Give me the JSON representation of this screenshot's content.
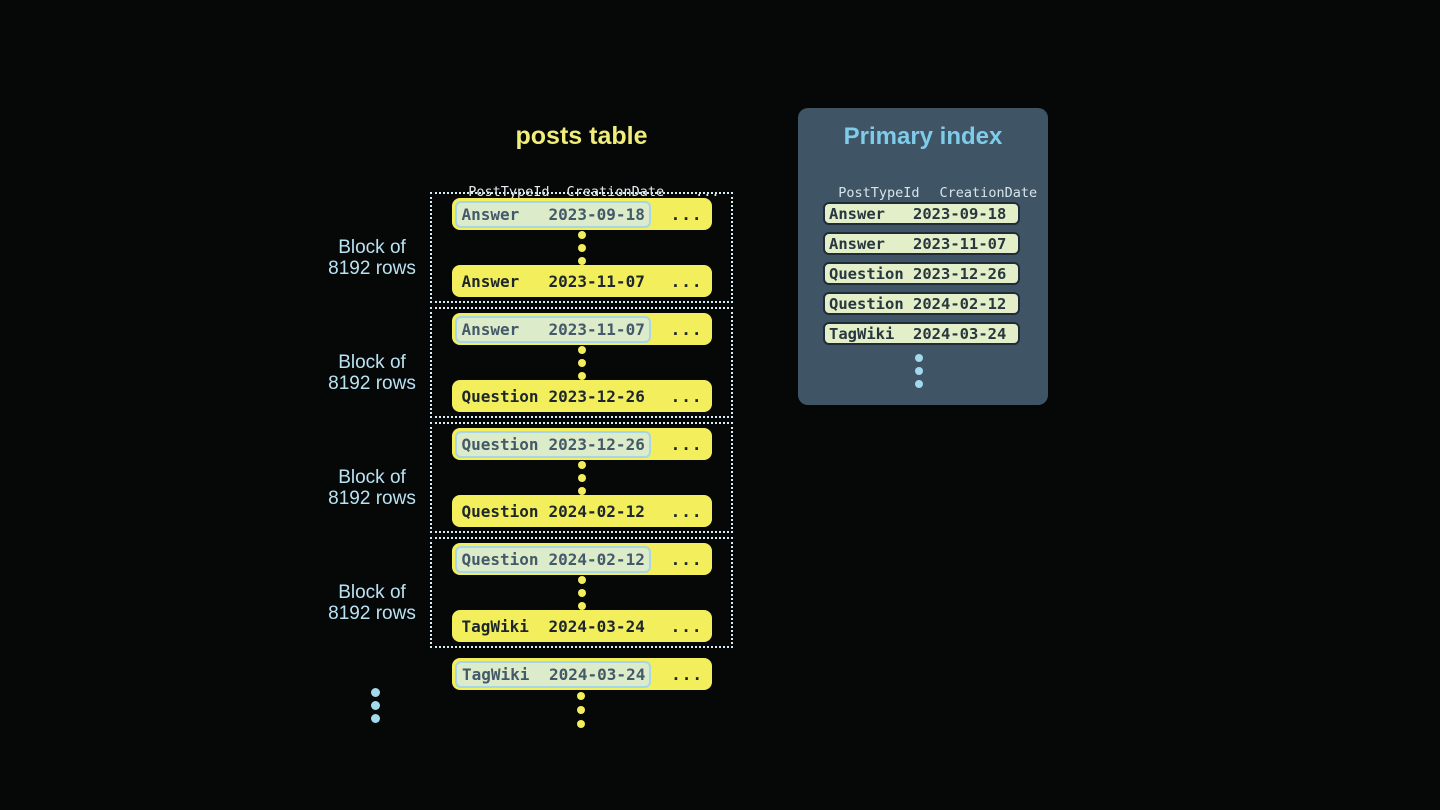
{
  "posts_table": {
    "title": "posts table",
    "header_columns": [
      "PostTypeId",
      "CreationDate",
      "..."
    ],
    "block_label": {
      "line1": "Block of",
      "line2": "8192 rows"
    },
    "row_ellipsis": "...",
    "blocks": [
      {
        "first": {
          "type": "Answer",
          "date": "2023-09-18",
          "highlighted": true
        },
        "last": {
          "type": "Answer",
          "date": "2023-11-07",
          "highlighted": false
        }
      },
      {
        "first": {
          "type": "Answer",
          "date": "2023-11-07",
          "highlighted": true
        },
        "last": {
          "type": "Question",
          "date": "2023-12-26",
          "highlighted": false
        }
      },
      {
        "first": {
          "type": "Question",
          "date": "2023-12-26",
          "highlighted": true
        },
        "last": {
          "type": "Question",
          "date": "2024-02-12",
          "highlighted": false
        }
      },
      {
        "first": {
          "type": "Question",
          "date": "2024-02-12",
          "highlighted": true
        },
        "last": {
          "type": "TagWiki",
          "date": "2024-03-24",
          "highlighted": false
        }
      }
    ],
    "overflow_row": {
      "type": "TagWiki",
      "date": "2024-03-24",
      "highlighted": true
    }
  },
  "primary_index": {
    "title": "Primary index",
    "header_columns": [
      "PostTypeId",
      "CreationDate"
    ],
    "rows": [
      {
        "type": "Answer",
        "date": "2023-09-18"
      },
      {
        "type": "Answer",
        "date": "2023-11-07"
      },
      {
        "type": "Question",
        "date": "2023-12-26"
      },
      {
        "type": "Question",
        "date": "2024-02-12"
      },
      {
        "type": "TagWiki",
        "date": "2024-03-24"
      }
    ]
  },
  "colors": {
    "background": "#060808",
    "row_yellow": "#f3ee5b",
    "title_yellow": "#f0ed7a",
    "block_border": "#d7ecf4",
    "label_blue": "#b9e2f2",
    "highlight_bg": "#dcecca",
    "highlight_border": "#a6d6e7",
    "panel_bg": "#3f5565",
    "panel_title_blue": "#7fccea",
    "index_row_bg": "#e3efc8",
    "dot_blue": "#a3d9ec"
  }
}
